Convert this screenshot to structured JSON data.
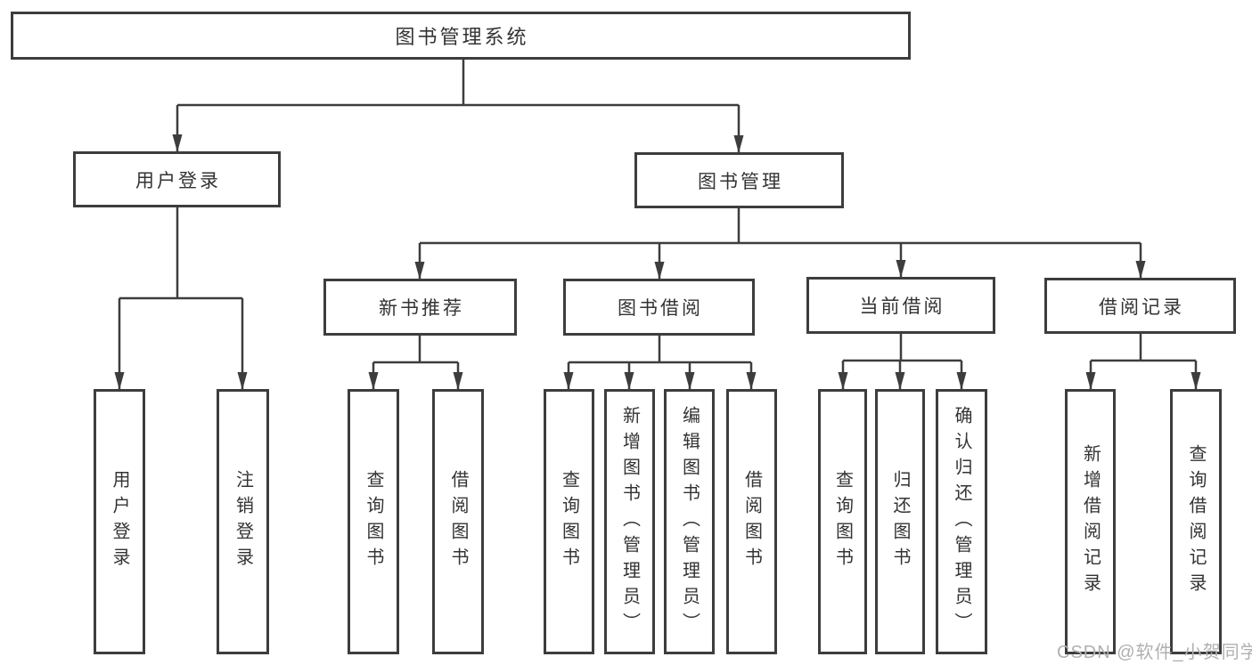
{
  "diagram": {
    "root": {
      "label": "图书管理系统"
    },
    "branches": [
      {
        "label": "用户登录",
        "children": [
          {
            "label": "用户登录"
          },
          {
            "label": "注销登录"
          }
        ]
      },
      {
        "label": "图书管理",
        "children": [
          {
            "label": "新书推荐",
            "children": [
              {
                "label": "查询图书"
              },
              {
                "label": "借阅图书"
              }
            ]
          },
          {
            "label": "图书借阅",
            "children": [
              {
                "label": "查询图书"
              },
              {
                "label": "新增图书（管理员）"
              },
              {
                "label": "编辑图书（管理员）"
              },
              {
                "label": "借阅图书"
              }
            ]
          },
          {
            "label": "当前借阅",
            "children": [
              {
                "label": "查询图书"
              },
              {
                "label": "归还图书"
              },
              {
                "label": "确认归还（管理员）"
              }
            ]
          },
          {
            "label": "借阅记录",
            "children": [
              {
                "label": "新增借阅记录"
              },
              {
                "label": "查询借阅记录"
              }
            ]
          }
        ]
      }
    ],
    "watermark": "CSDN @软件_小贺同学",
    "colors": {
      "line": "#3d3d3d",
      "text": "#333333",
      "watermark": "#b0b0b0",
      "background": "#ffffff"
    }
  }
}
